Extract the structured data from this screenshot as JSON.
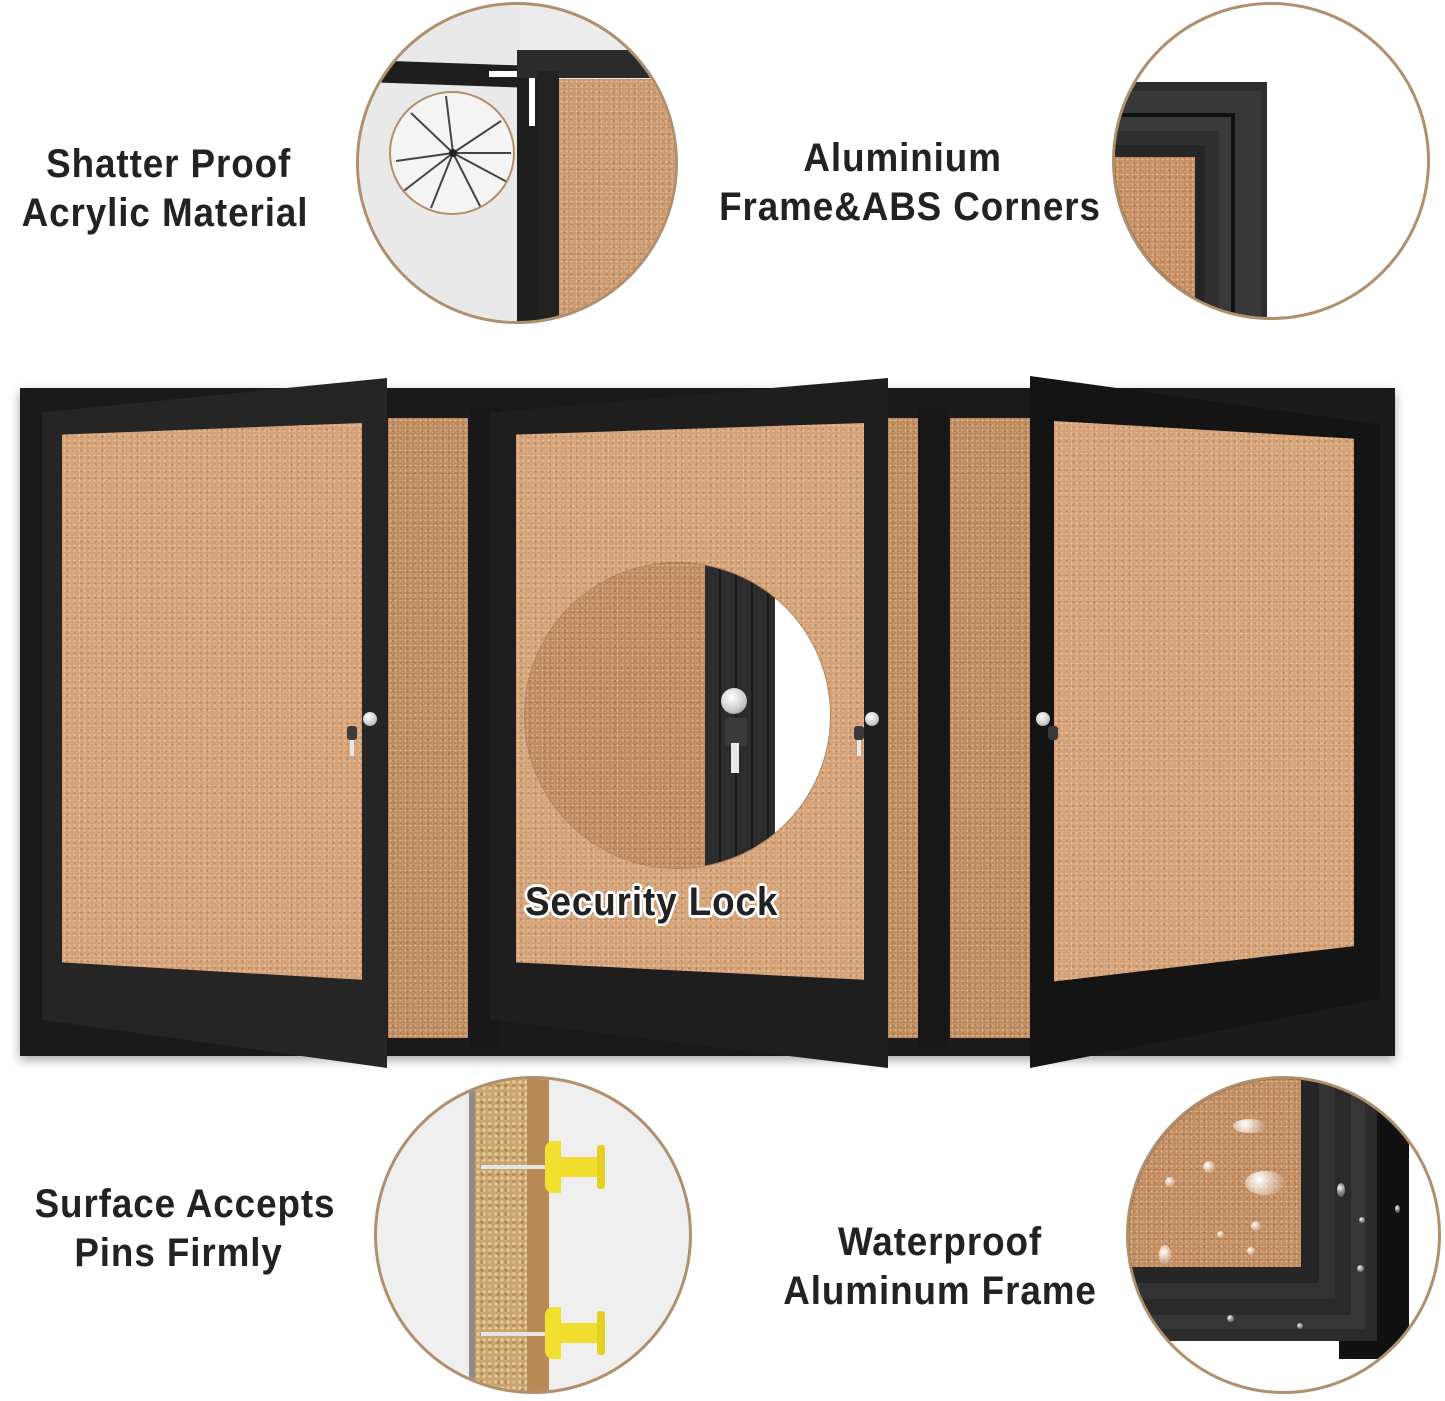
{
  "features": {
    "top_left": {
      "lines": [
        "Shatter Proof",
        "Acrylic Material"
      ],
      "icon": "shattered-acrylic-corner"
    },
    "top_right": {
      "lines": [
        "Aluminium",
        "Frame&ABS Corners"
      ],
      "icon": "aluminium-frame-corner"
    },
    "center": {
      "label": "Security Lock",
      "icon": "lock-with-key"
    },
    "bottom_left": {
      "lines": [
        "Surface Accepts",
        "Pins Firmly"
      ],
      "icon": "cork-cross-section-with-pins"
    },
    "bottom_right": {
      "lines": [
        "Waterproof",
        "Aluminum Frame"
      ],
      "icon": "water-droplets-on-frame"
    }
  },
  "product": {
    "panels": 3,
    "doors_open": 3
  },
  "colors": {
    "text": "#222222",
    "circle_border": "#b08f6c",
    "frame": "#1c1c1c",
    "cork": "#c8956a",
    "background": "#ffffff",
    "pin": "#f2e030"
  }
}
